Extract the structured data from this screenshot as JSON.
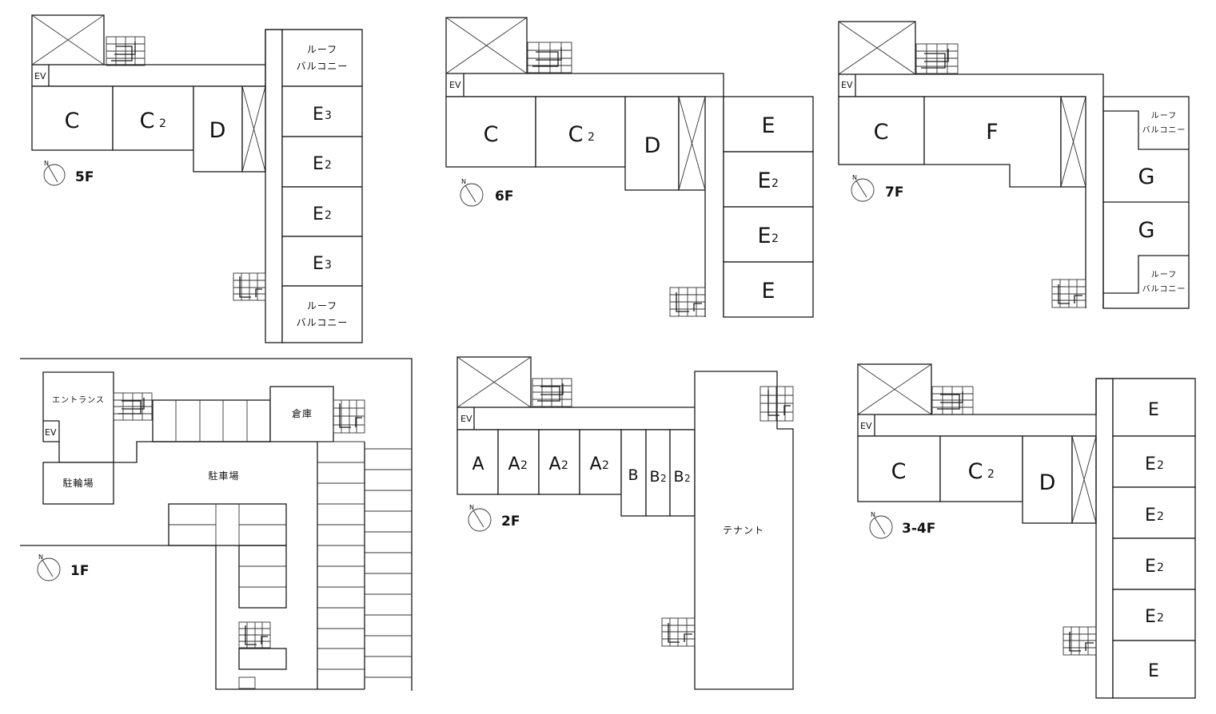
{
  "legend": {
    "ev": "EV",
    "north": "N"
  },
  "floors": {
    "f5": {
      "label": "5F",
      "units": [
        "C",
        "C",
        "D",
        "E",
        "E",
        "E",
        "E"
      ],
      "subs": [
        "2",
        "3",
        "2",
        "2",
        "3"
      ],
      "roof1": [
        "ルーフ",
        "バルコニー"
      ],
      "roof2": [
        "ルーフ",
        "バルコニー"
      ]
    },
    "f6": {
      "label": "6F",
      "units": [
        "C",
        "C",
        "D",
        "E",
        "E",
        "E",
        "E"
      ],
      "subs": [
        "2",
        "2",
        "2"
      ]
    },
    "f7": {
      "label": "7F",
      "units": [
        "C",
        "F",
        "G",
        "G"
      ],
      "roof1": [
        "ルーフ",
        "バルコニー"
      ],
      "roof2": [
        "ルーフ",
        "バルコニー"
      ]
    },
    "f1": {
      "label": "1F",
      "entrance": "エントランス",
      "bike": "駐輪場",
      "parking": "駐車場",
      "storage": "倉庫"
    },
    "f2": {
      "label": "2F",
      "units": [
        "A",
        "A",
        "A",
        "A",
        "B",
        "B",
        "B"
      ],
      "subs": [
        "2",
        "2",
        "2",
        "2",
        "2"
      ],
      "tenant": "テナント"
    },
    "f34": {
      "label": "3-4F",
      "units": [
        "C",
        "C",
        "D",
        "E",
        "E",
        "E",
        "E",
        "E",
        "E"
      ],
      "subs": [
        "2",
        "2",
        "2",
        "2",
        "2"
      ]
    }
  }
}
